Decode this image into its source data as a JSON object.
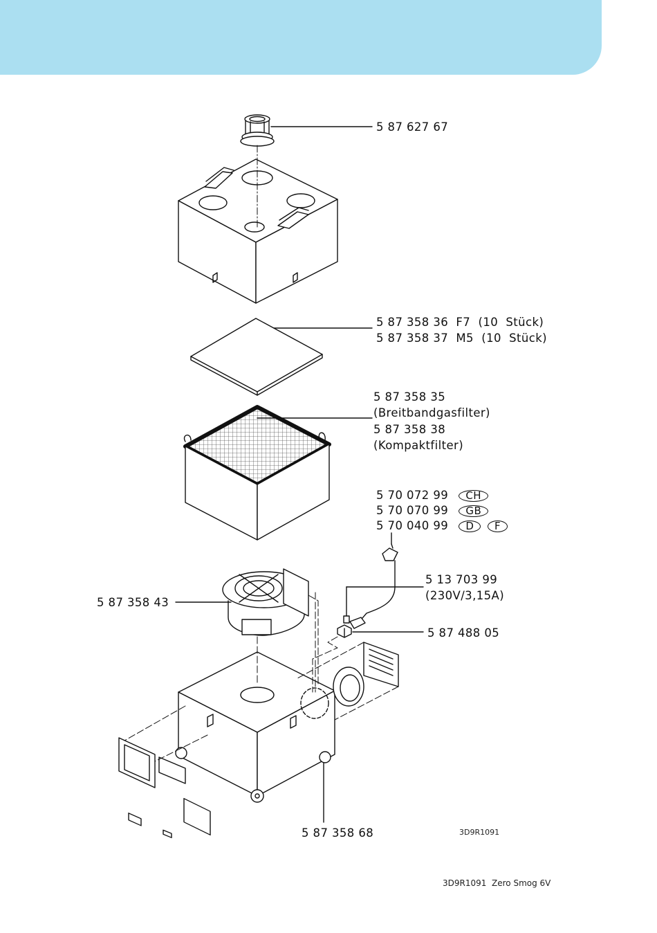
{
  "parts": {
    "nozzle": "5 87 627 67",
    "filter_mat_f7": "5 87 358 36  F7  (10  Stück)",
    "filter_mat_m5": "5 87 358 37  M5  (10  Stück)",
    "broadband_filter_no": "5 87 358 35",
    "broadband_filter_name": "(Breitbandgasfilter)",
    "compact_filter_no": "5 87 358 38",
    "compact_filter_name": "(Kompaktfilter)",
    "cable_ch": "5 70 072 99",
    "cable_gb": "5 70 070 99",
    "cable_d_f": "5 70 040 99",
    "fuse_no": "5 13 703 99",
    "fuse_spec": "(230V/3,15A)",
    "fan": "5 87 358 43",
    "switch": "5 87 488 05",
    "castor": "5 87 358 68"
  },
  "country_codes": {
    "ch": "CH",
    "gb": "GB",
    "d": "D",
    "f": "F"
  },
  "drawing_code": "3D9R1091",
  "footer": "3D9R1091  Zero Smog 6V",
  "colors": {
    "header_band": "#abdff1",
    "line": "#111111"
  }
}
